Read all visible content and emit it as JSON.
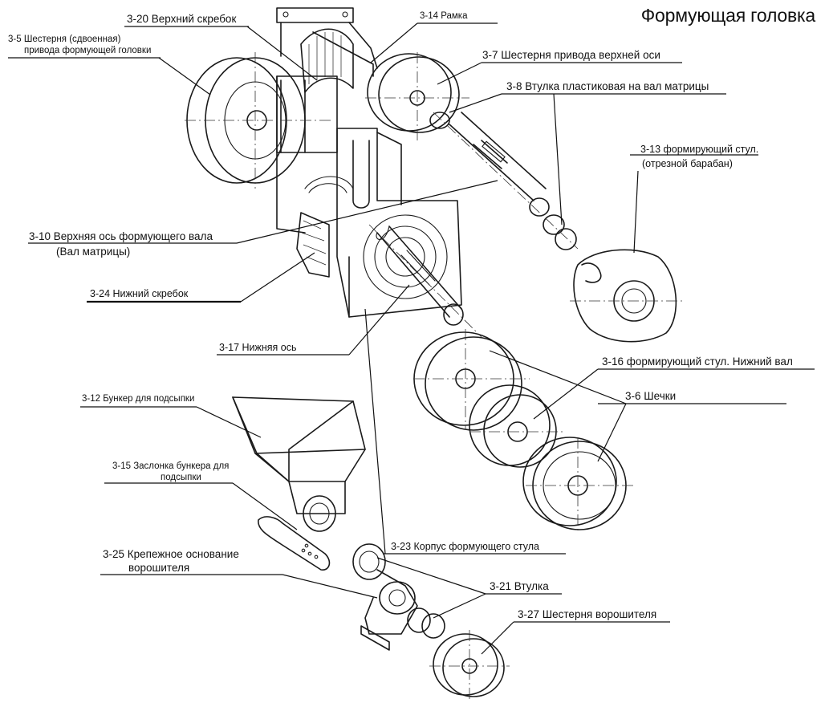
{
  "title": "Формующая головка",
  "labels": {
    "l_3_20": "3-20 Верхний скребок",
    "l_3_14": "3-14 Рамка",
    "l_3_5_a": "3-5 Шестерня (сдвоенная)",
    "l_3_5_b": "привода формующей головки",
    "l_3_7": "3-7 Шестерня привода верхней оси",
    "l_3_8": "3-8 Втулка пластиковая на вал матрицы",
    "l_3_13_a": "3-13 формирующий стул.",
    "l_3_13_b": "(отрезной барабан)",
    "l_3_10_a": "3-10 Верхняя ось формующего вала",
    "l_3_10_b": "(Вал матрицы)",
    "l_3_24": "3-24  Нижний скребок",
    "l_3_17": "3-17  Нижняя ось",
    "l_3_16": "3-16 формирующий стул. Нижний вал",
    "l_3_12": "3-12 Бункер для подсыпки",
    "l_3_6": "3-6 Шечки",
    "l_3_15_a": "3-15 Заслонка бункера для",
    "l_3_15_b": "подсыпки",
    "l_3_23": "3-23 Корпус формующего стула",
    "l_3_25_a": "3-25  Крепежное основание",
    "l_3_25_b": "ворошителя",
    "l_3_21": "3-21 Втулка",
    "l_3_27": "3-27 Шестерня ворошителя"
  }
}
